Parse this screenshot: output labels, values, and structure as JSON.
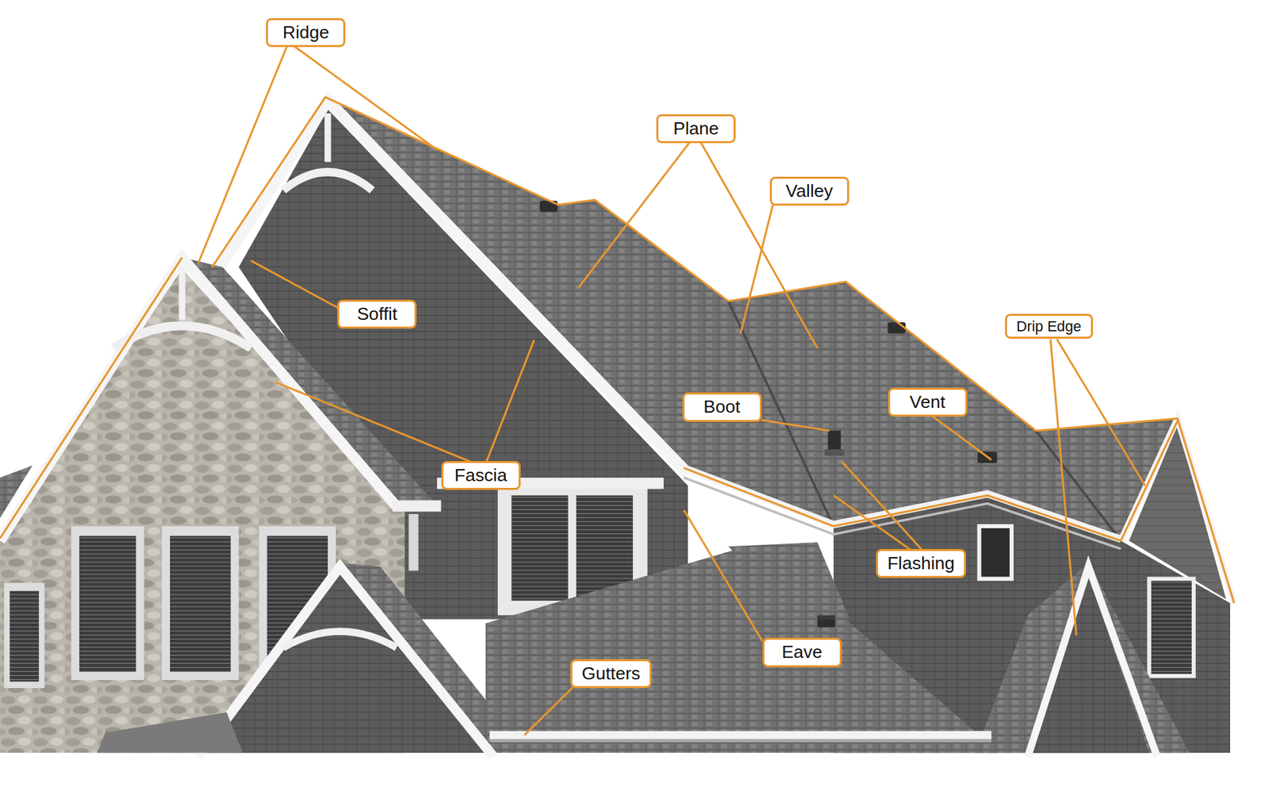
{
  "diagram": {
    "nodes": [
      {
        "text": [
          "Ridge"
        ]
      },
      {
        "text": [
          "Plane"
        ]
      },
      {
        "text": [
          "Valley"
        ]
      },
      {
        "text": [
          "Soffit"
        ]
      },
      {
        "text": [
          "Drip Edge"
        ]
      },
      {
        "text": [
          "Vent"
        ]
      },
      {
        "text": [
          "Boot"
        ]
      },
      {
        "text": [
          "Fascia"
        ]
      },
      {
        "text": [
          "Flashing"
        ]
      },
      {
        "text": [
          "Eave"
        ]
      },
      {
        "text": [
          "Gutters"
        ]
      }
    ]
  }
}
